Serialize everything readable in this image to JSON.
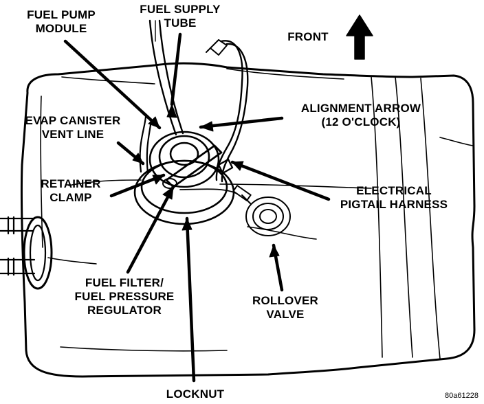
{
  "labels": {
    "fuel_pump_module": [
      "FUEL PUMP",
      "MODULE"
    ],
    "fuel_supply_tube": [
      "FUEL SUPPLY",
      "TUBE"
    ],
    "front": "FRONT",
    "alignment_arrow": [
      "ALIGNMENT ARROW",
      "(12 O'CLOCK)"
    ],
    "evap_canister_vent_line": [
      "EVAP CANISTER",
      "VENT LINE"
    ],
    "retainer_clamp": [
      "RETAINER",
      "CLAMP"
    ],
    "electrical_pigtail_harness": [
      "ELECTRICAL",
      "PIGTAIL HARNESS"
    ],
    "fuel_filter_regulator": [
      "FUEL FILTER/",
      "FUEL PRESSURE",
      "REGULATOR"
    ],
    "rollover_valve": [
      "ROLLOVER",
      "VALVE"
    ],
    "locknut": "LOCKNUT"
  },
  "figure_id": "80a61228",
  "colors": {
    "ink": "#000000",
    "paper": "#ffffff"
  }
}
